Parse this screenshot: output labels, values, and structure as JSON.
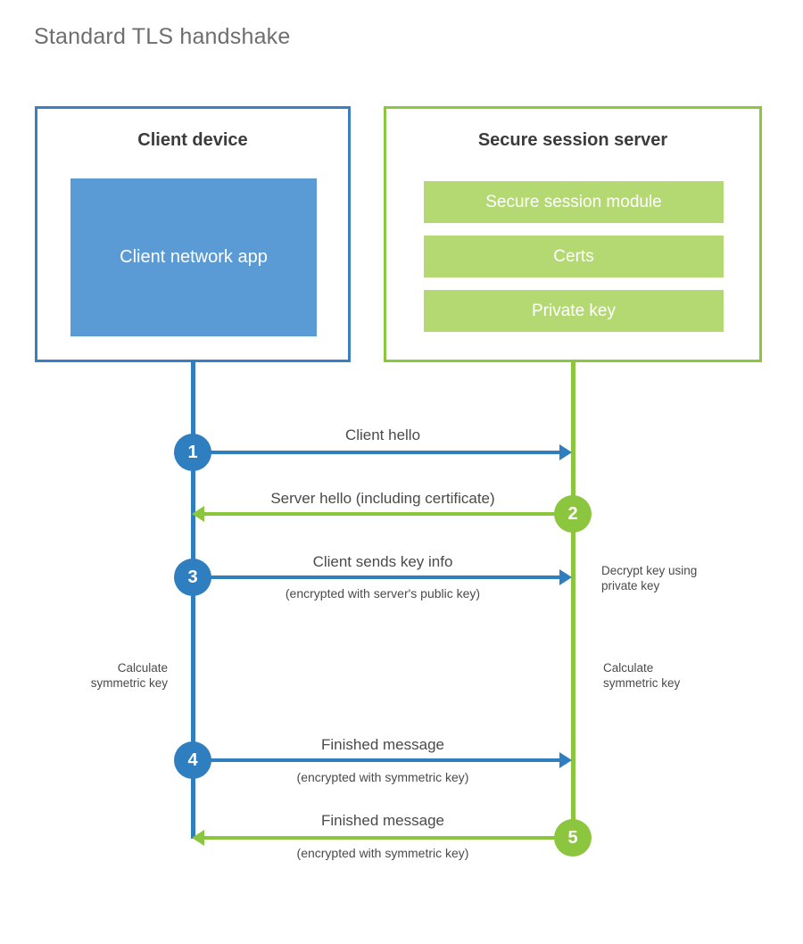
{
  "title": "Standard TLS handshake",
  "colors": {
    "client_border": "#3d7ebe",
    "client_fill": "#5b9bd5",
    "server_border": "#8cc63f",
    "server_fill": "#b5d972",
    "client_accent": "#2f7ec0",
    "server_accent": "#8cc63f",
    "title_text": "#6e6e6e",
    "body_text": "#4a4a4a"
  },
  "parties": {
    "client": {
      "title": "Client device",
      "component": "Client network app"
    },
    "server": {
      "title": "Secure session server",
      "components": [
        "Secure session module",
        "Certs",
        "Private key"
      ]
    }
  },
  "steps": [
    {
      "number": "1",
      "label": "Client hello",
      "sublabel": "",
      "direction": "client-to-server",
      "color": "blue"
    },
    {
      "number": "2",
      "label": "Server hello (including certificate)",
      "sublabel": "",
      "direction": "server-to-client",
      "color": "green"
    },
    {
      "number": "3",
      "label": "Client sends key info",
      "sublabel": "(encrypted with server's public key)",
      "direction": "client-to-server",
      "color": "blue"
    },
    {
      "number": "4",
      "label": "Finished message",
      "sublabel": "(encrypted with symmetric key)",
      "direction": "client-to-server",
      "color": "blue"
    },
    {
      "number": "5",
      "label": "Finished message",
      "sublabel": "(encrypted with symmetric key)",
      "direction": "server-to-client",
      "color": "green"
    }
  ],
  "notes": {
    "decrypt_key": "Decrypt key using\nprivate key",
    "client_calculate": "Calculate\nsymmetric key",
    "server_calculate": "Calculate\nsymmetric key"
  }
}
